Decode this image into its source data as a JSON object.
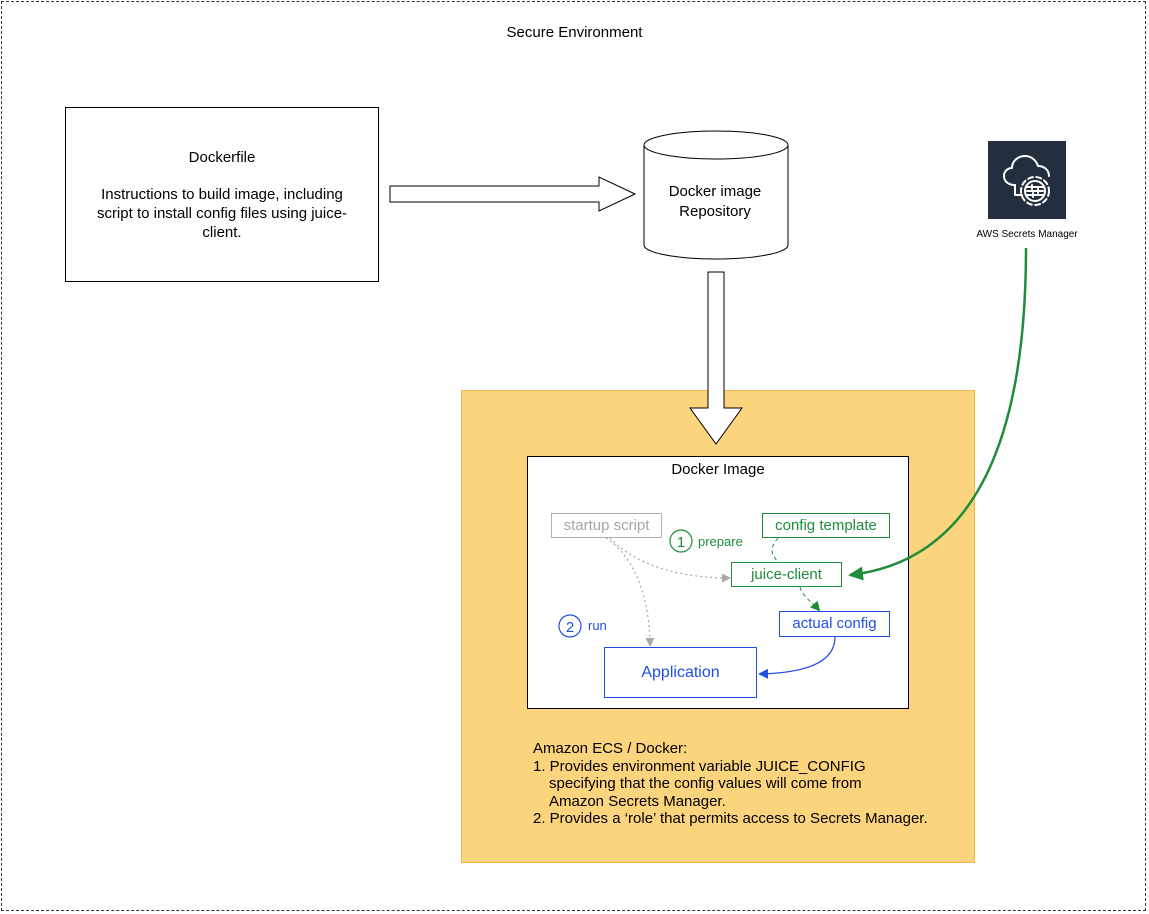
{
  "environment": {
    "title": "Secure Environment"
  },
  "dockerfile": {
    "title": "Dockerfile",
    "description": "Instructions to build image, including script to install config files using juice-client."
  },
  "repository": {
    "label_line1": "Docker image",
    "label_line2": "Repository"
  },
  "secrets_manager": {
    "label": "AWS Secrets Manager",
    "icon": "aws-secrets-manager-icon"
  },
  "docker_image": {
    "title": "Docker Image",
    "startup_script": "startup script",
    "config_template": "config template",
    "juice_client": "juice-client",
    "actual_config": "actual config",
    "application": "Application",
    "step1_number": "1",
    "step1_label": "prepare",
    "step2_number": "2",
    "step2_label": "run"
  },
  "ecs_notes": {
    "heading": "Amazon ECS / Docker:",
    "item1_line1": "1. Provides environment variable JUICE_CONFIG",
    "item1_line2": "specifying that the config values will come from",
    "item1_line3": "Amazon Secrets Manager.",
    "item2": "2. Provides a ‘role’ that permits access to Secrets Manager."
  },
  "colors": {
    "panel": "#fdd47e",
    "green": "#1e8c3a",
    "blue": "#1f4fe0",
    "grey": "#a6a6a6",
    "aws_icon_bg": "#232f3e"
  }
}
